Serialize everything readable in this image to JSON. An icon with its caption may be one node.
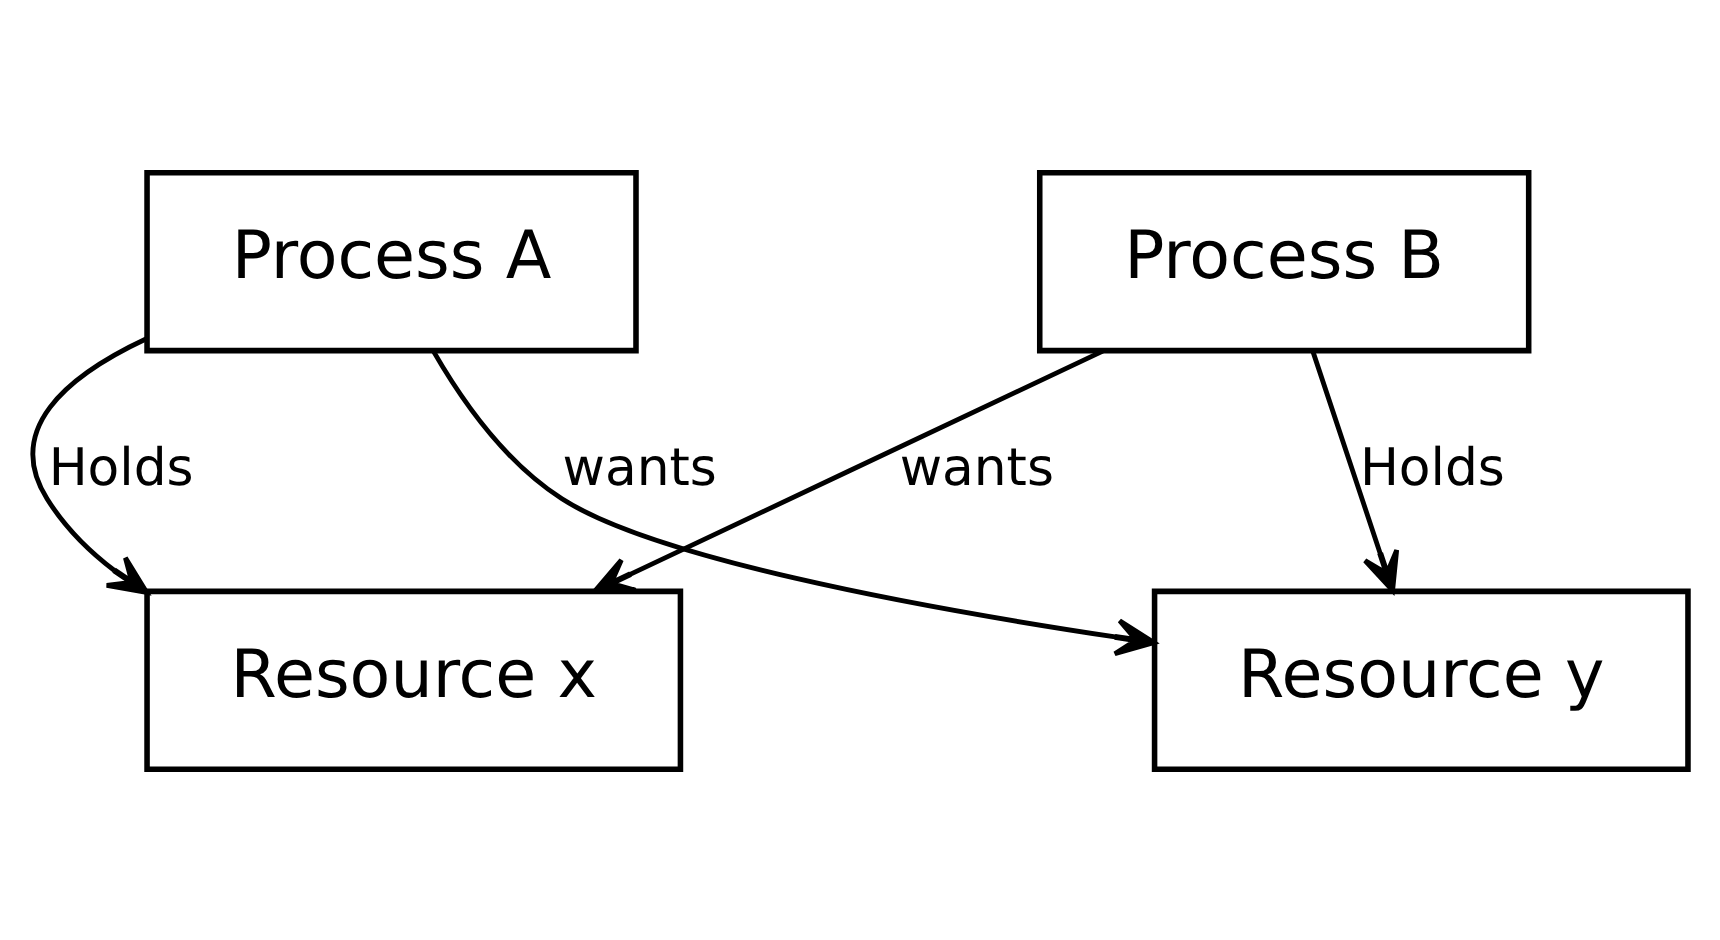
{
  "diagram": {
    "nodes": [
      {
        "text": [
          "Process A"
        ]
      },
      {
        "text": [
          "Process B"
        ]
      },
      {
        "text": [
          "Resource x"
        ]
      },
      {
        "text": [
          "Resource y"
        ]
      }
    ],
    "edges": [
      {
        "from": 0,
        "to": 2,
        "arrow": "to",
        "label": "Holds"
      },
      {
        "from": 1,
        "to": 2,
        "arrow": "to",
        "label": "wants"
      },
      {
        "from": 0,
        "to": 3,
        "arrow": "to",
        "label": "wants"
      },
      {
        "from": 1,
        "to": 3,
        "arrow": "to",
        "label": "Holds"
      }
    ]
  }
}
